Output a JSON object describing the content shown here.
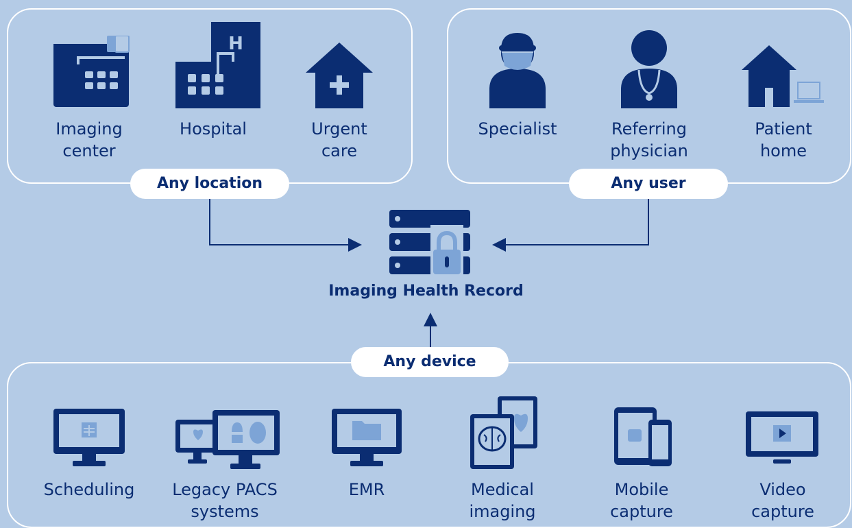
{
  "colors": {
    "background": "#b4cbe6",
    "navy": "#0b2d72",
    "light_accent": "#7da4d6",
    "white": "#ffffff"
  },
  "locations": {
    "badge": "Any location",
    "items": [
      {
        "label": "Imaging\ncenter",
        "icon": "imaging-center-icon"
      },
      {
        "label": "Hospital",
        "icon": "hospital-icon"
      },
      {
        "label": "Urgent\ncare",
        "icon": "urgent-care-icon"
      }
    ]
  },
  "users": {
    "badge": "Any user",
    "items": [
      {
        "label": "Specialist",
        "icon": "specialist-icon"
      },
      {
        "label": "Referring\nphysician",
        "icon": "referring-physician-icon"
      },
      {
        "label": "Patient\nhome",
        "icon": "patient-home-icon"
      }
    ]
  },
  "hub": {
    "title": "Imaging Health Record",
    "icon": "secure-server-icon"
  },
  "devices": {
    "badge": "Any device",
    "items": [
      {
        "label": "Scheduling",
        "icon": "scheduling-monitor-icon"
      },
      {
        "label": "Legacy PACS\nsystems",
        "icon": "legacy-pacs-icon"
      },
      {
        "label": "EMR",
        "icon": "emr-monitor-icon"
      },
      {
        "label": "Medical\nimaging",
        "icon": "medical-imaging-icon"
      },
      {
        "label": "Mobile\ncapture",
        "icon": "mobile-capture-icon"
      },
      {
        "label": "Video\ncapture",
        "icon": "video-capture-icon"
      }
    ]
  }
}
